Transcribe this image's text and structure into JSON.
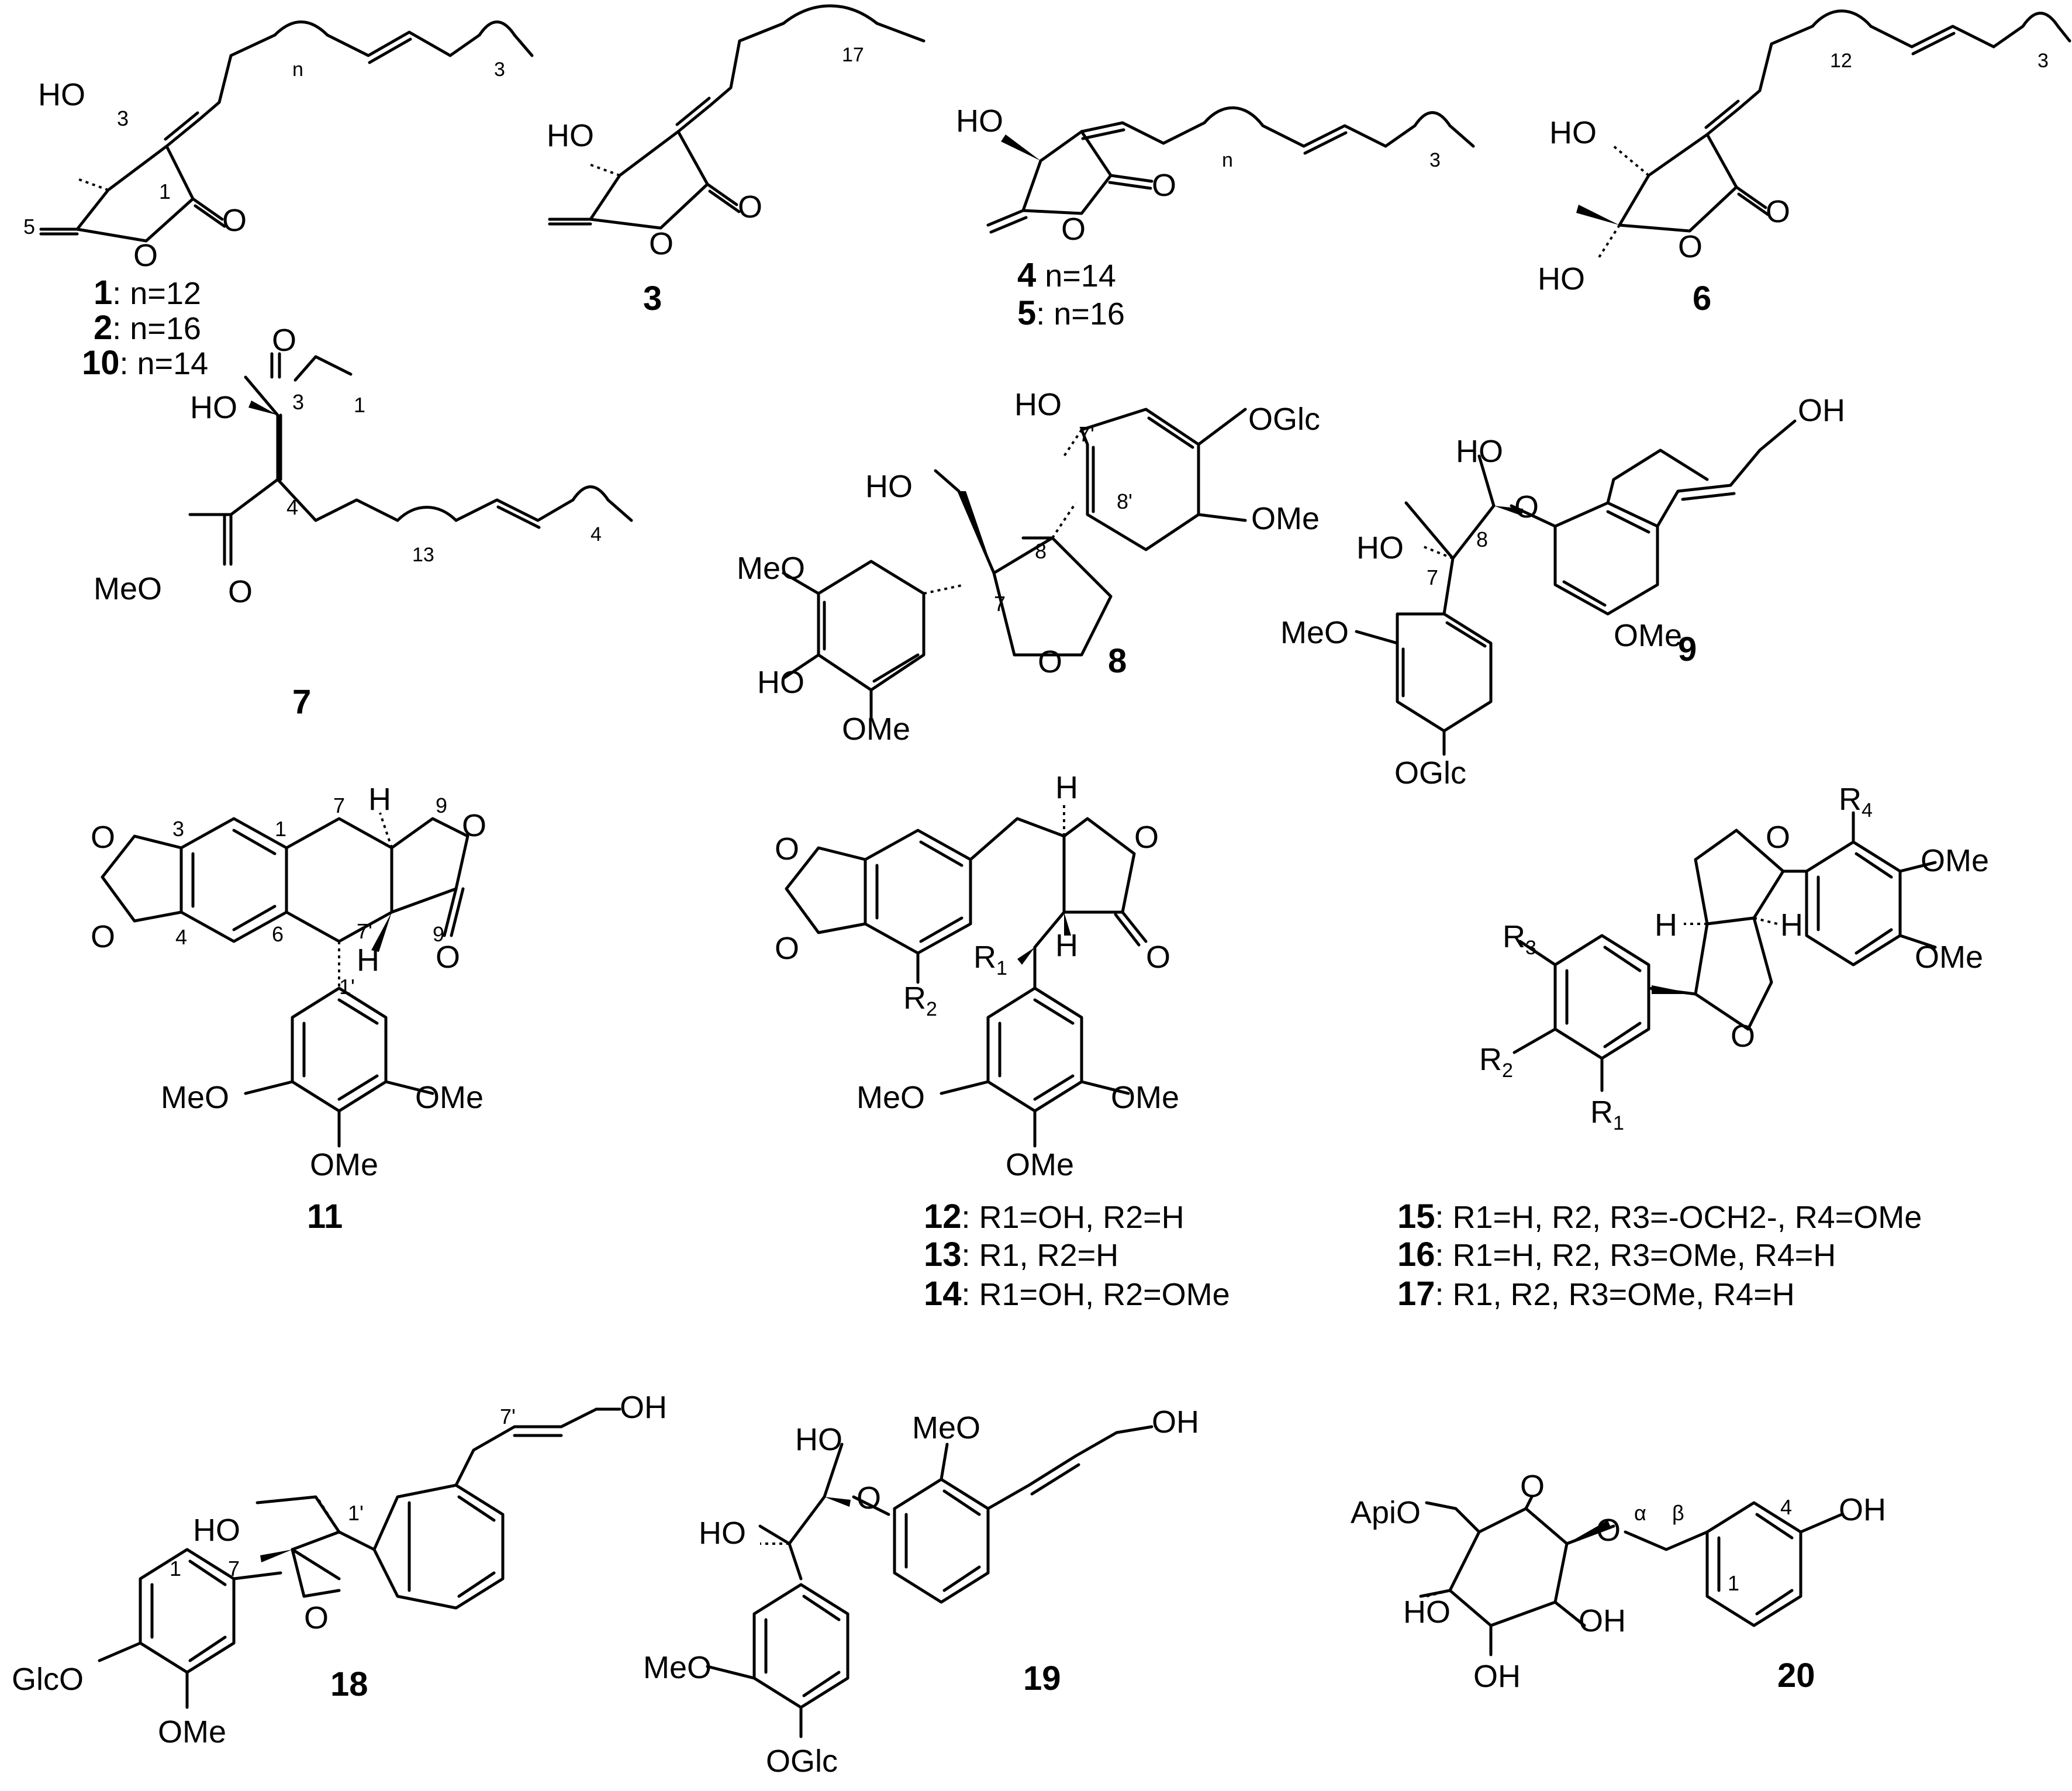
{
  "compounds": [
    {
      "id": "1",
      "caption": ": n=12"
    },
    {
      "id": "2",
      "caption": ": n=16"
    },
    {
      "id": "10",
      "caption": ": n=14"
    },
    {
      "id": "3",
      "caption": ""
    },
    {
      "id": "4",
      "caption": " n=14"
    },
    {
      "id": "5",
      "caption": ": n=16"
    },
    {
      "id": "6",
      "caption": ""
    },
    {
      "id": "7",
      "caption": ""
    },
    {
      "id": "8",
      "caption": ""
    },
    {
      "id": "9",
      "caption": ""
    },
    {
      "id": "11",
      "caption": ""
    },
    {
      "id": "12",
      "caption": ": R1=OH, R2=H"
    },
    {
      "id": "13",
      "caption": ": R1, R2=H"
    },
    {
      "id": "14",
      "caption": ": R1=OH, R2=OMe"
    },
    {
      "id": "15",
      "caption": ": R1=H, R2, R3=-OCH2-, R4=OMe"
    },
    {
      "id": "16",
      "caption": ": R1=H, R2, R3=OMe, R4=H"
    },
    {
      "id": "17",
      "caption": ": R1, R2, R3=OMe, R4=H"
    },
    {
      "id": "18",
      "caption": ""
    },
    {
      "id": "19",
      "caption": ""
    },
    {
      "id": "20",
      "caption": ""
    }
  ],
  "atom_labels": {
    "HO": "HO",
    "OH": "OH",
    "O": "O",
    "H": "H",
    "MeO": "MeO",
    "OMe": "OMe",
    "OGlc": "OGlc",
    "GlcO": "GlcO",
    "ApiO": "ApiO",
    "R": "R"
  },
  "chain_counts": {
    "n": "n",
    "c3": "3",
    "c17": "17",
    "c12": "12",
    "c13": "13",
    "c4": "4"
  },
  "greek": {
    "alpha": "α",
    "beta": "β"
  }
}
